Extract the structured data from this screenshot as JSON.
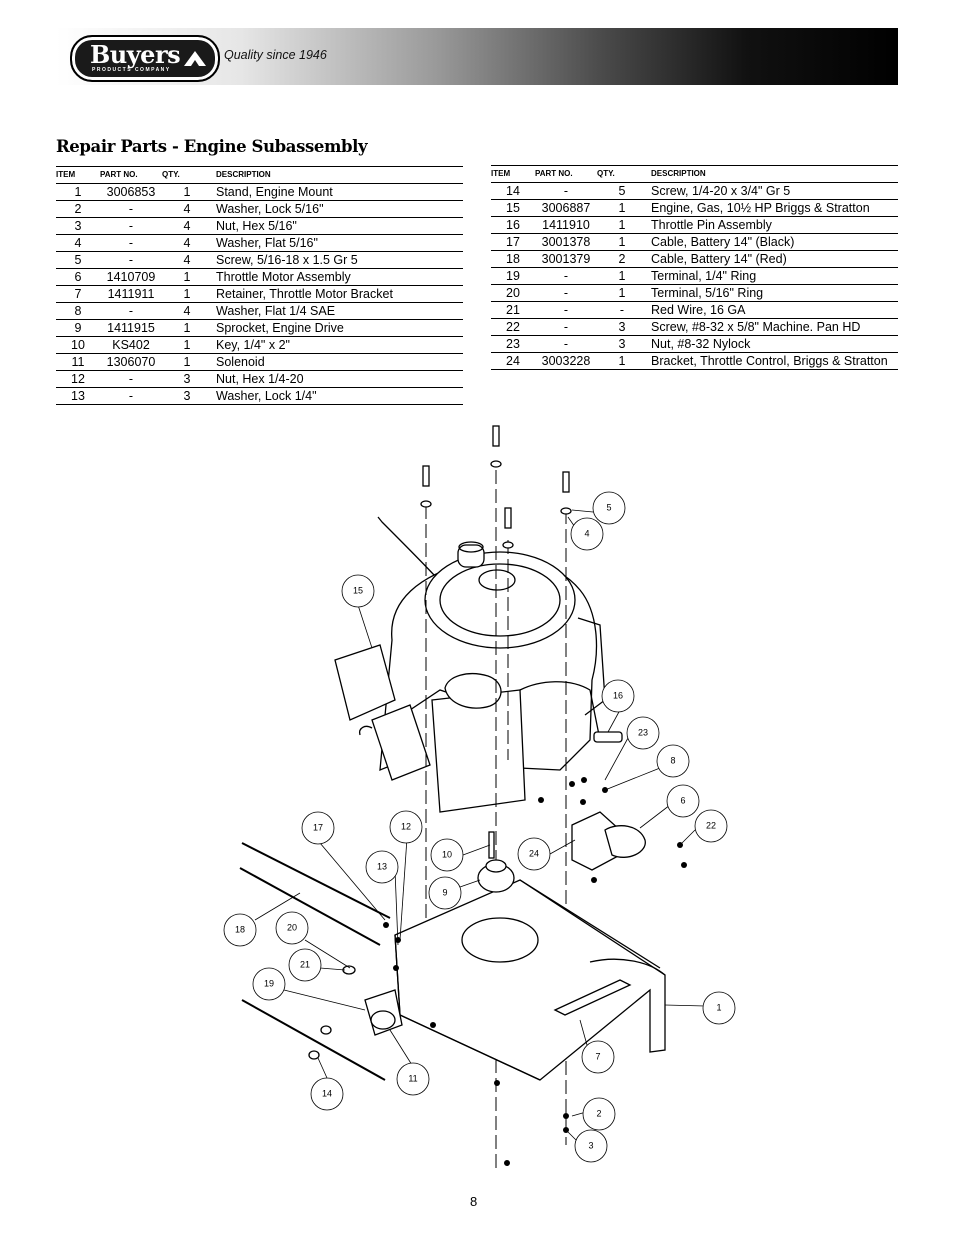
{
  "header": {
    "logo_text": "Buyers",
    "logo_subtext": "PRODUCTS   COMPANY",
    "tagline": "Quality since 1946"
  },
  "section_title": "Repair Parts - Engine Subassembly",
  "table_headers": {
    "item": "ITEM",
    "part_no": "PART NO.",
    "qty": "QTY.",
    "description": "DESCRIPTION"
  },
  "parts_left": [
    {
      "item": "1",
      "part_no": "3006853",
      "qty": "1",
      "description": "Stand, Engine Mount"
    },
    {
      "item": "2",
      "part_no": "-",
      "qty": "4",
      "description": "Washer, Lock 5/16\""
    },
    {
      "item": "3",
      "part_no": "-",
      "qty": "4",
      "description": "Nut, Hex 5/16\""
    },
    {
      "item": "4",
      "part_no": "-",
      "qty": "4",
      "description": "Washer, Flat 5/16\""
    },
    {
      "item": "5",
      "part_no": "-",
      "qty": "4",
      "description": "Screw, 5/16-18 x 1.5 Gr 5"
    },
    {
      "item": "6",
      "part_no": "1410709",
      "qty": "1",
      "description": "Throttle Motor Assembly"
    },
    {
      "item": "7",
      "part_no": "1411911",
      "qty": "1",
      "description": "Retainer, Throttle Motor Bracket"
    },
    {
      "item": "8",
      "part_no": "-",
      "qty": "4",
      "description": "Washer, Flat 1/4 SAE"
    },
    {
      "item": "9",
      "part_no": "1411915",
      "qty": "1",
      "description": "Sprocket, Engine Drive"
    },
    {
      "item": "10",
      "part_no": "KS402",
      "qty": "1",
      "description": "Key, 1/4\" x 2\""
    },
    {
      "item": "11",
      "part_no": "1306070",
      "qty": "1",
      "description": "Solenoid"
    },
    {
      "item": "12",
      "part_no": "-",
      "qty": "3",
      "description": "Nut, Hex 1/4-20"
    },
    {
      "item": "13",
      "part_no": "-",
      "qty": "3",
      "description": "Washer, Lock 1/4\""
    }
  ],
  "parts_right": [
    {
      "item": "14",
      "part_no": "-",
      "qty": "5",
      "description": "Screw, 1/4-20 x 3/4\" Gr 5"
    },
    {
      "item": "15",
      "part_no": "3006887",
      "qty": "1",
      "description": "Engine, Gas, 10½ HP Briggs & Stratton"
    },
    {
      "item": "16",
      "part_no": "1411910",
      "qty": "1",
      "description": "Throttle Pin Assembly"
    },
    {
      "item": "17",
      "part_no": "3001378",
      "qty": "1",
      "description": "Cable, Battery 14\" (Black)"
    },
    {
      "item": "18",
      "part_no": "3001379",
      "qty": "2",
      "description": "Cable, Battery 14\" (Red)"
    },
    {
      "item": "19",
      "part_no": "-",
      "qty": "1",
      "description": "Terminal, 1/4\" Ring"
    },
    {
      "item": "20",
      "part_no": "-",
      "qty": "1",
      "description": "Terminal, 5/16\" Ring"
    },
    {
      "item": "21",
      "part_no": "-",
      "qty": "-",
      "description": "Red Wire, 16 GA"
    },
    {
      "item": "22",
      "part_no": "-",
      "qty": "3",
      "description": "Screw, #8-32 x 5/8\" Machine. Pan HD"
    },
    {
      "item": "23",
      "part_no": "-",
      "qty": "3",
      "description": "Nut, #8-32 Nylock"
    },
    {
      "item": "24",
      "part_no": "3003228",
      "qty": "1",
      "description": "Bracket, Throttle Control, Briggs & Stratton"
    }
  ],
  "callouts": [
    "1",
    "2",
    "3",
    "4",
    "5",
    "6",
    "7",
    "8",
    "9",
    "10",
    "11",
    "12",
    "13",
    "14",
    "15",
    "16",
    "17",
    "18",
    "19",
    "20",
    "21",
    "22",
    "23",
    "24"
  ],
  "page_number": "8"
}
